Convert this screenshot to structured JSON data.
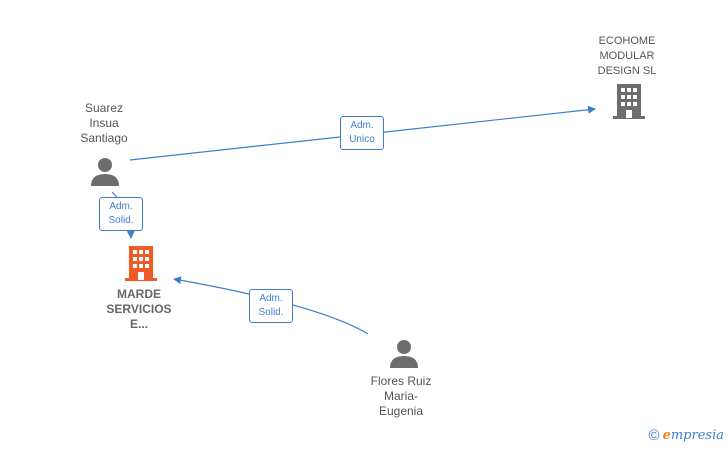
{
  "nodes": {
    "suarez": {
      "label": "Suarez\nInsua\nSantiago",
      "type": "person-icon"
    },
    "ecohome": {
      "label": "ECOHOME\nMODULAR\nDESIGN  SL",
      "type": "building-icon"
    },
    "marde": {
      "label": "MARDE\nSERVICIOS\nE...",
      "type": "building-icon",
      "color": "#f05a24"
    },
    "flores": {
      "label": "Flores Ruiz\nMaria-\nEugenia",
      "type": "person-icon"
    }
  },
  "edges": {
    "suarez_ecohome": {
      "label": "Adm.\nUnico"
    },
    "suarez_marde": {
      "label": "Adm.\nSolid."
    },
    "flores_marde": {
      "label": "Adm.\nSolid."
    }
  },
  "colors": {
    "edge": "#3f7ecf",
    "icon_gray": "#6d6d6d",
    "main_company": "#f05a24"
  },
  "footer": {
    "copyright": "©",
    "brand_initial": "e",
    "brand_rest": "mpresia"
  }
}
